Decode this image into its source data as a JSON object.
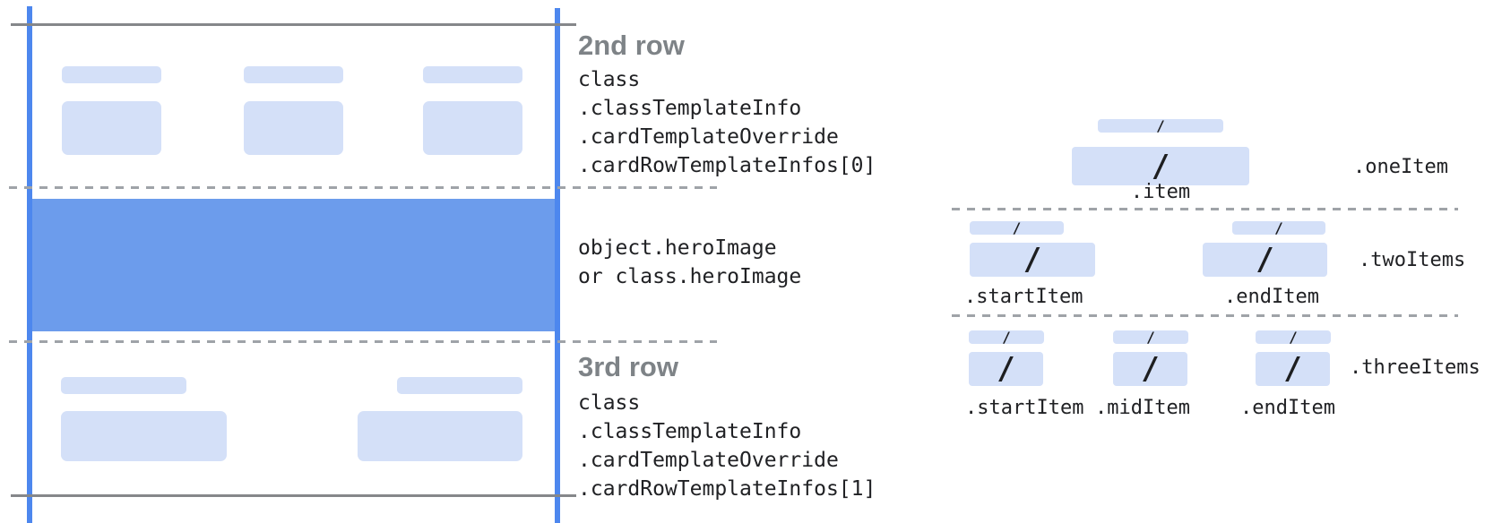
{
  "palette": {
    "placeholder_blue": "#d4e0f8",
    "hero_blue": "#6c9cec",
    "guide_blue": "#4d87ee",
    "guide_gray": "#85878a",
    "dash_gray": "#9fa3a8",
    "heading_gray": "#7e8387",
    "code_dark": "#202124"
  },
  "left_diagram": {
    "second_row": {
      "heading": "2nd row",
      "code_lines": [
        "class",
        ".classTemplateInfo",
        ".cardTemplateOverride",
        ".cardRowTemplateInfos[0]"
      ]
    },
    "hero_image": {
      "code_lines": [
        "object.heroImage",
        "or class.heroImage"
      ]
    },
    "third_row": {
      "heading": "3rd row",
      "code_lines": [
        "class",
        ".classTemplateInfo",
        ".cardTemplateOverride",
        ".cardRowTemplateInfos[1]"
      ]
    }
  },
  "items_panel": {
    "slash": "/",
    "one_item": {
      "row_label": ".oneItem",
      "item_label": ".item"
    },
    "two_items": {
      "row_label": ".twoItems",
      "start_label": ".startItem",
      "end_label": ".endItem"
    },
    "three_items": {
      "row_label": ".threeItems",
      "start_label": ".startItem",
      "mid_label": ".midItem",
      "end_label": ".endItem"
    }
  }
}
